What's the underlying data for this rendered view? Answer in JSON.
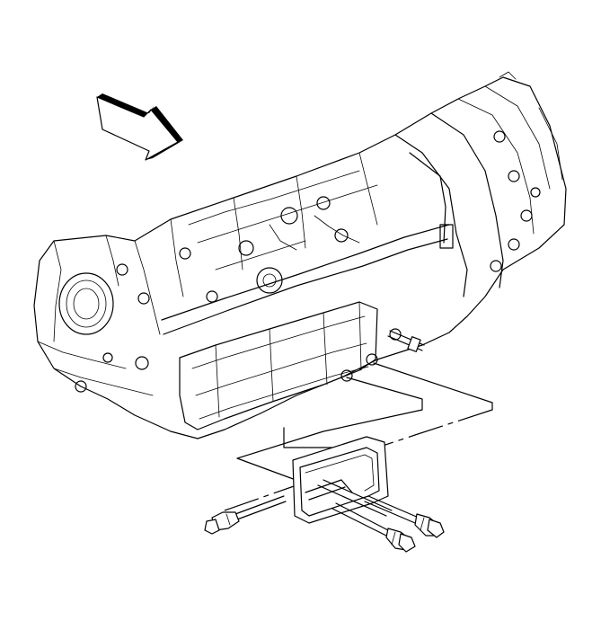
{
  "figure": {
    "description_labels": [],
    "parts": {
      "direction_arrow": "front-direction-arrow",
      "engine_block": "engine-block-assembly",
      "oil_pan": "oil-pan",
      "transmission_bellhousing": "transmission-bellhousing",
      "cover_bracket": "flywheel-inspection-cover",
      "bolts": [
        "bolt-left",
        "bolt-center",
        "bolt-right"
      ]
    }
  }
}
